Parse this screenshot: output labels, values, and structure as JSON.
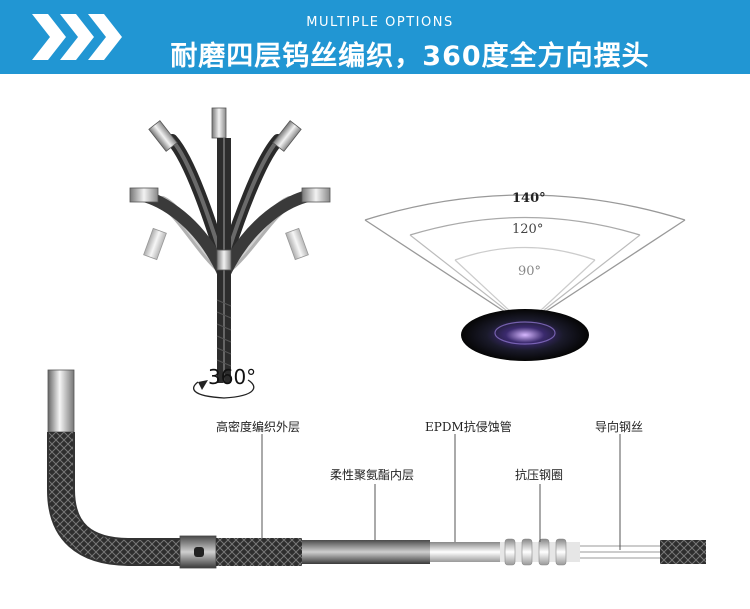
{
  "banner": {
    "subtitle": "MULTIPLE OPTIONS",
    "title": "耐磨四层钨丝编织，360度全方向摆头"
  },
  "probe": {
    "rotation_label": "360°"
  },
  "angles": {
    "labels": [
      "140°",
      "120°",
      "90°"
    ]
  },
  "layers": {
    "outer": "高密度编织外层",
    "pu_inner": "柔性聚氨酯内层",
    "epdm": "EPDM抗侵蚀管",
    "spring": "抗压钢圈",
    "guide": "导向钢丝"
  },
  "colors": {
    "banner": "#2196d3",
    "text": "#222222"
  }
}
